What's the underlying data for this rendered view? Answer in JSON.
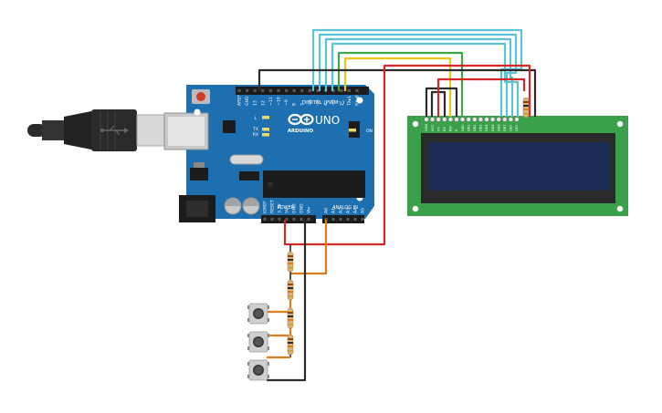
{
  "board": {
    "brand": "ARDUINO",
    "model": "UNO",
    "on_label": "ON",
    "l_label": "L",
    "tx_label": "TX",
    "rx_label": "RX",
    "digital_header": "DIGITAL (PWM~)",
    "power_header": "POWER",
    "analog_header": "ANALOG IN",
    "digital_pins": [
      "AREF",
      "GND",
      "13",
      "12",
      "~11",
      "~10",
      "~9",
      "8",
      "7",
      "~6",
      "~5",
      "4",
      "~3",
      "2",
      "TX▸1",
      "RX◂0"
    ],
    "power_pins": [
      "IOREF",
      "RESET",
      "3.3V",
      "5V",
      "GND",
      "GND",
      "Vin"
    ],
    "analog_pins": [
      "A0",
      "A1",
      "A2",
      "A3",
      "A4",
      "A5"
    ]
  },
  "lcd": {
    "pins": [
      "GND",
      "VCC",
      "V0",
      "RS",
      "RW",
      "E",
      "DB0",
      "DB1",
      "DB2",
      "DB3",
      "DB4",
      "DB5",
      "DB6",
      "DB7",
      "LED",
      "LED"
    ]
  },
  "colors": {
    "board": "#1e6fb0",
    "lcd_pcb": "#3aa04a",
    "lcd_screen": "#1b2a55",
    "wire_black": "#2a2a2a",
    "wire_red": "#d42828",
    "wire_cyan": "#5bc3d6",
    "wire_green": "#3ca84a",
    "wire_yellow": "#e8c61c",
    "wire_orange": "#e07b1a"
  },
  "components": {
    "usb_cable": "usb-b-cable",
    "resistors": 5,
    "push_buttons": 3
  }
}
